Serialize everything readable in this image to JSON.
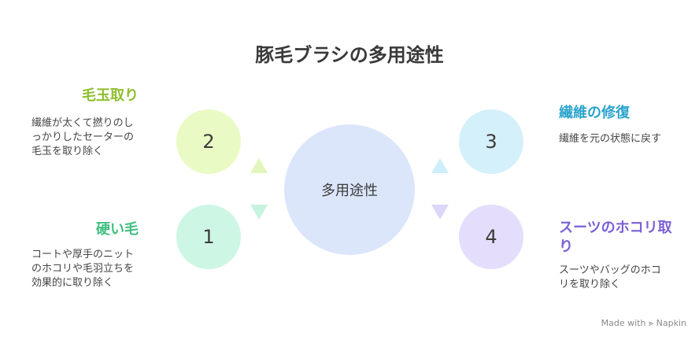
{
  "title": "豚毛ブラシの多用途性",
  "center": {
    "label": "多用途性",
    "color": "#dce6fb"
  },
  "items": {
    "top_left": {
      "number": "2",
      "heading": "毛玉取り",
      "desc": "繊維が太くて撚りのしっかりしたセーターの毛玉を取り除く",
      "circle_color": "#eafac4",
      "accent_color": "#8fbf2e",
      "arrow_color": "#e2f6bb"
    },
    "bottom_left": {
      "number": "1",
      "heading": "硬い毛",
      "desc": "コートや厚手のニットのホコリや毛羽立ちを効果的に取り除く",
      "circle_color": "#cdf6e4",
      "accent_color": "#3fbf7f",
      "arrow_color": "#c6f3de"
    },
    "top_right": {
      "number": "3",
      "heading": "繊維の修復",
      "desc": "繊維を元の状態に戻す",
      "circle_color": "#d4f0fb",
      "accent_color": "#2aa3cc",
      "arrow_color": "#cdeefa"
    },
    "bottom_right": {
      "number": "4",
      "heading": "スーツのホコリ取り",
      "desc": "スーツやバッグのホコリを取り除く",
      "circle_color": "#e4defc",
      "accent_color": "#7b5fd6",
      "arrow_color": "#ddd6fb"
    }
  },
  "watermark": "Made with ⪢ Napkin"
}
